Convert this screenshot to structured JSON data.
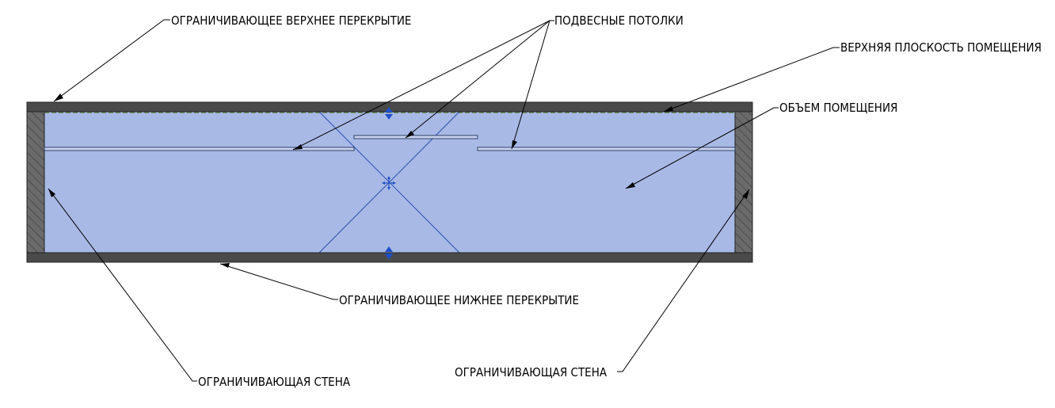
{
  "labels": {
    "upper_slab": "ОГРАНИЧИВАЮЩЕЕ ВЕРХНЕЕ ПЕРЕКРЫТИЕ",
    "suspended_ceilings": "ПОДВЕСНЫЕ ПОТОЛКИ",
    "upper_plane": "ВЕРХНЯЯ ПЛОСКОСТЬ ПОМЕЩЕНИЯ",
    "room_volume": "ОБЪЕМ ПОМЕЩЕНИЯ",
    "lower_slab": "ОГРАНИЧИВАЮЩЕЕ НИЖНЕЕ ПЕРЕКРЫТИЕ",
    "left_wall": "ОГРАНИЧИВАЮЩАЯ СТЕНА",
    "right_wall": "ОГРАНИЧИВАЮЩАЯ СТЕНА"
  },
  "colors": {
    "room_fill": "#a8b9e6",
    "slab": "#4a4a4a",
    "wall": "#6a6a6a",
    "hatch": "#3a3a3a",
    "room_edge": "#2a4fb0",
    "control_arrow": "#1f4fc8"
  },
  "icons": {
    "move_handle": "move-cross-icon",
    "top_control": "up-down-arrow-icon",
    "bottom_control": "up-down-arrow-icon"
  }
}
